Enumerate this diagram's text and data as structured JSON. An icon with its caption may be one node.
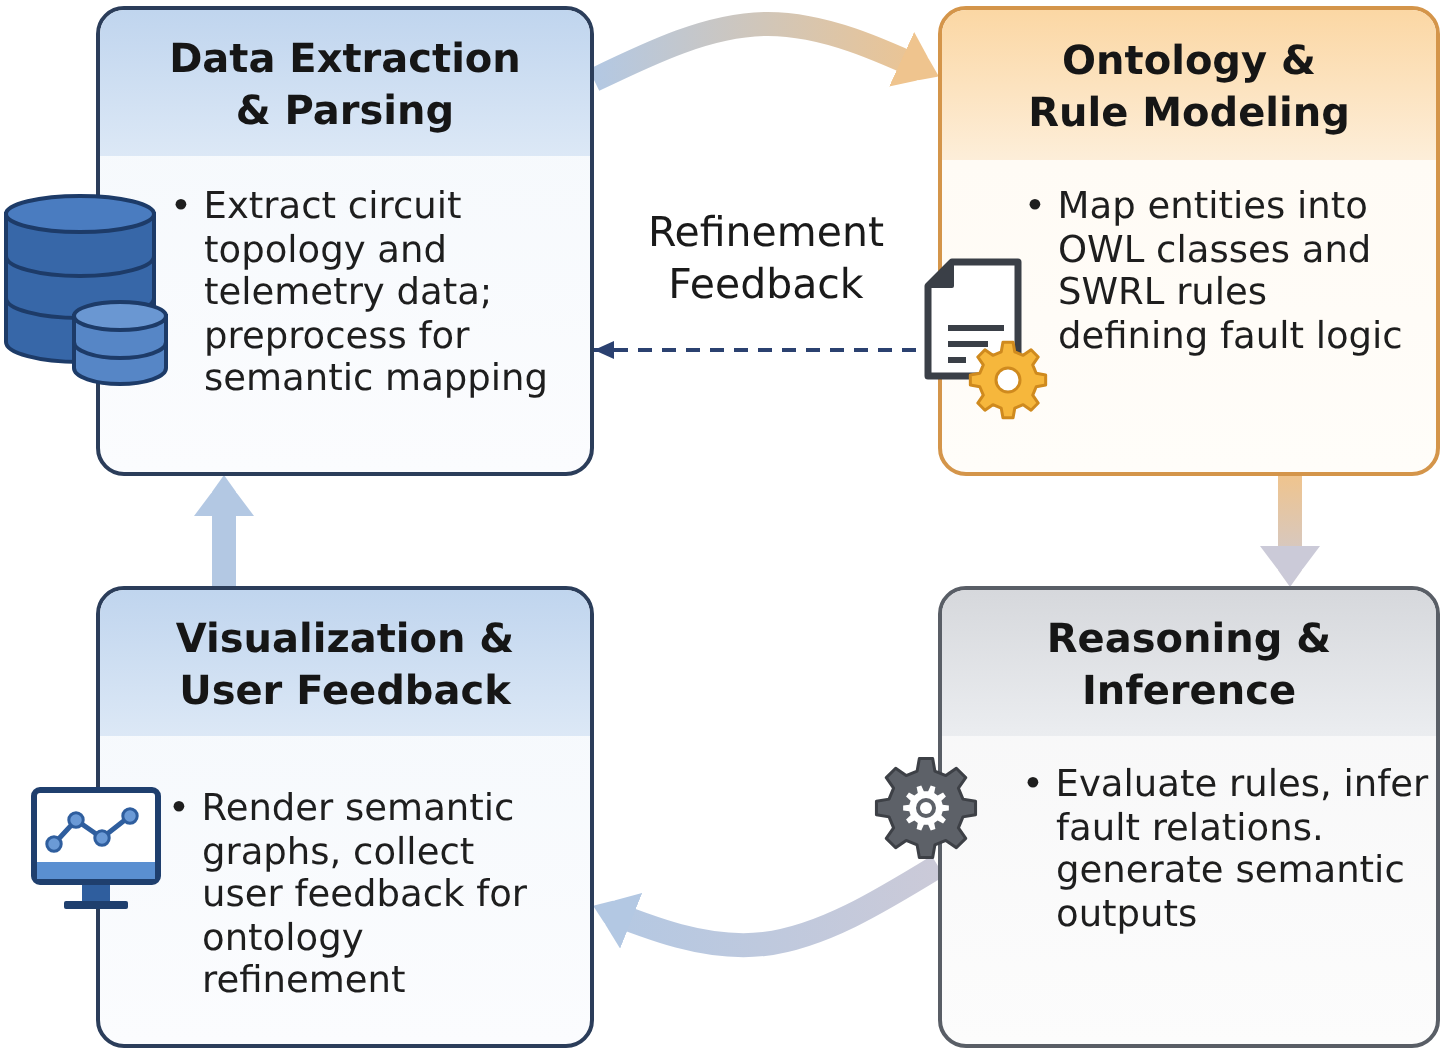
{
  "diagram": {
    "nodes": [
      {
        "text": [
          "Data Extraction & Parsing",
          "• Extract circuit topology and telemetry data; preprocess for semantic mapping"
        ]
      },
      {
        "text": [
          "Ontology & Rule Modeling",
          "• Map entities into OWL classes and SWRL rules defining fault logic"
        ]
      },
      {
        "text": [
          "Visualization & User Feedback",
          "• Render semantic graphs, collect user feedback for ontology refinement"
        ]
      },
      {
        "text": [
          "Reasoning & Inference",
          "• Evaluate rules, infer fault relations. generate semantic outputs"
        ]
      }
    ],
    "edges": [
      {
        "from": 0,
        "to": 1,
        "arrow": "to",
        "style": "thick"
      },
      {
        "from": 1,
        "to": 0,
        "arrow": "to",
        "label": "Refinement Feedback",
        "style": "dashed",
        "color": "#2b4170"
      },
      {
        "from": 1,
        "to": 3,
        "arrow": "to",
        "style": "thick"
      },
      {
        "from": 3,
        "to": 2,
        "arrow": "to",
        "style": "thick"
      },
      {
        "from": 2,
        "to": 0,
        "arrow": "to",
        "style": "thick",
        "color": "#b3c8e3"
      }
    ]
  }
}
